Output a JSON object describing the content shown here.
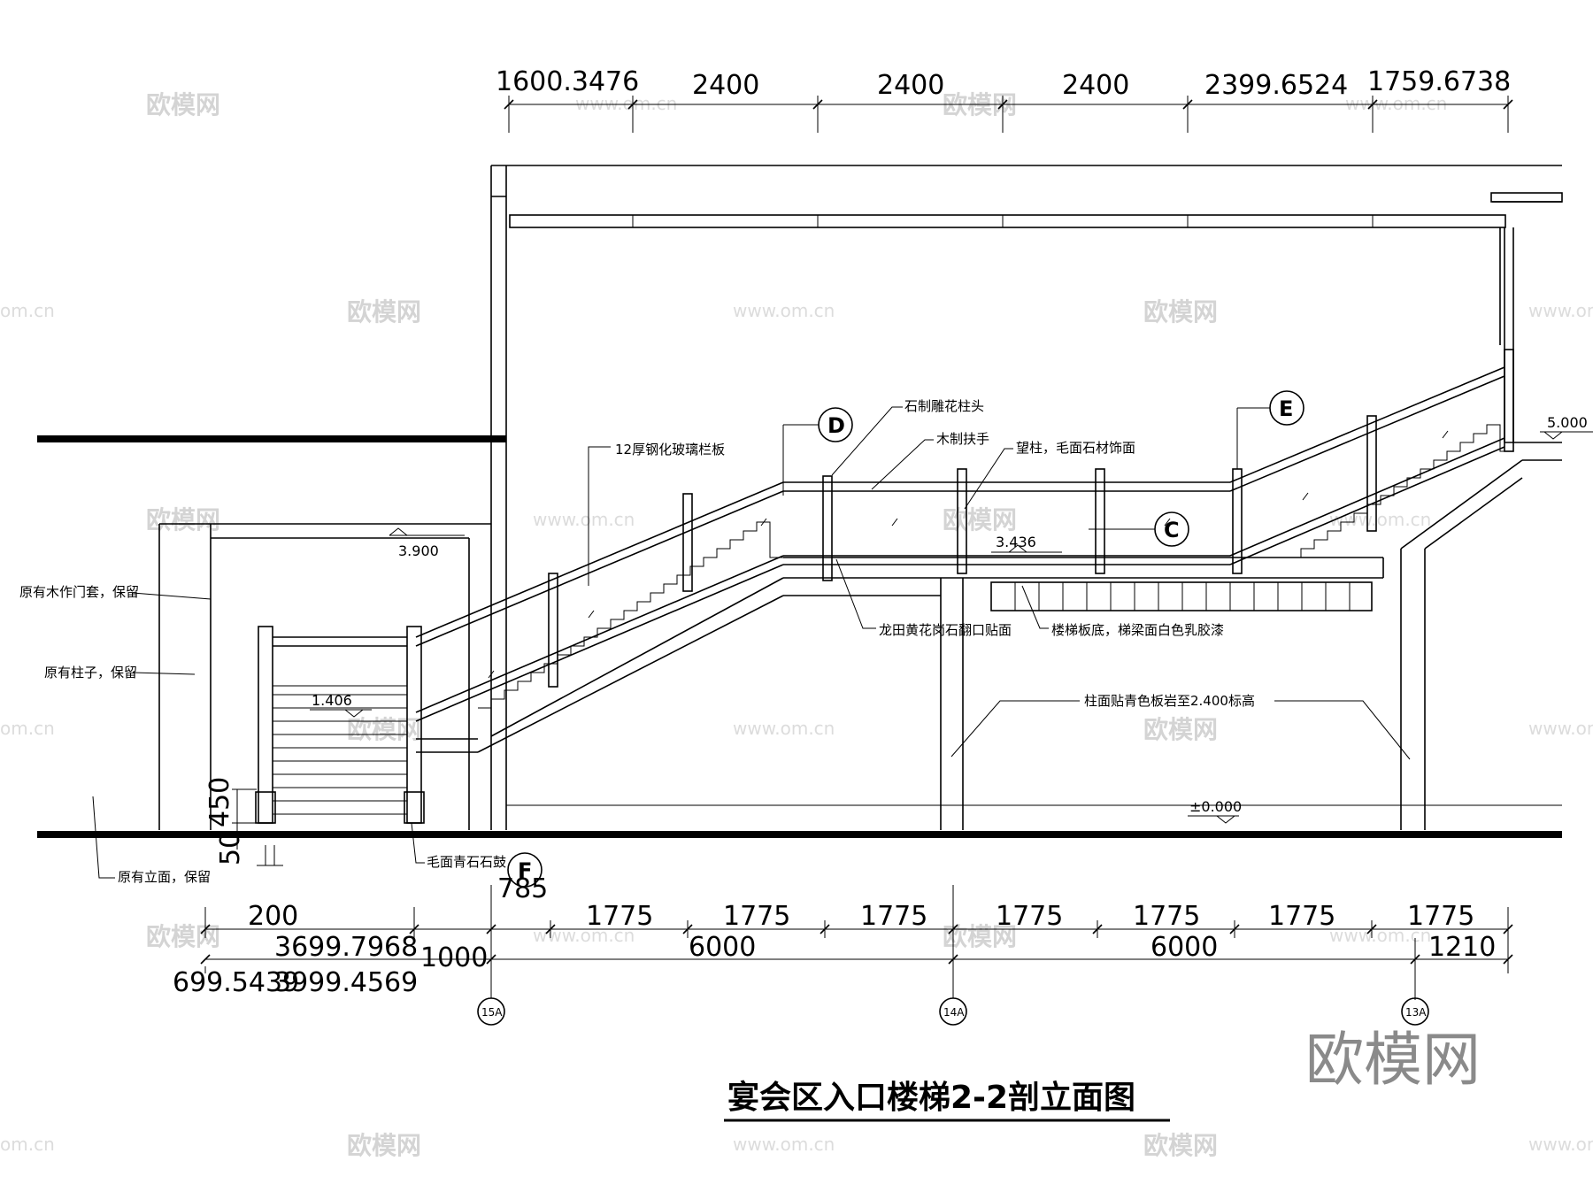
{
  "title": "宴会区入口楼梯2-2剖立面图",
  "top_dimensions": [
    "1600.3476",
    "2400",
    "2400",
    "2400",
    "2399.6524",
    "1759.6738"
  ],
  "bottom_dimensions": {
    "row1": [
      "200",
      "785",
      "1775",
      "1775",
      "1775",
      "1775",
      "1775",
      "1775",
      "1775"
    ],
    "row2": [
      "3699.7968",
      "1000",
      "6000",
      "6000",
      "1210"
    ],
    "row3": [
      "699.5439",
      "3999.4569"
    ],
    "vertical": [
      "450",
      "50"
    ]
  },
  "levels": {
    "l3900": "3.900",
    "l3436": "3.436",
    "l1406": "1.406",
    "l5000": "5.000",
    "l0000": "±0.000"
  },
  "notes": {
    "glass": "12厚钢化玻璃栏板",
    "stone_cap": "石制雕花柱头",
    "handrail": "木制扶手",
    "post": "望柱，毛面石材饰面",
    "granite": "龙田黄花岗石翻口贴面",
    "stair_bottom": "楼梯板底，梯梁面白色乳胶漆",
    "column_face": "柱面贴青色板岩至2.400标高",
    "door_frame": "原有木作门套，保留",
    "pillar": "原有柱子，保留",
    "facade": "原有立面，保留",
    "drum": "毛面青石石鼓"
  },
  "detail_tags": [
    "D",
    "E",
    "C",
    "F"
  ],
  "axis_labels": [
    "15A",
    "14A",
    "13A"
  ],
  "watermark": {
    "cn": "欧模网",
    "url": "www.om.cn",
    "url_short": "om.cn"
  },
  "logo_text": "欧模网",
  "colors": {
    "line": "#000000",
    "watermark": "#d4d4d4",
    "logo": "#8a8a8a"
  }
}
